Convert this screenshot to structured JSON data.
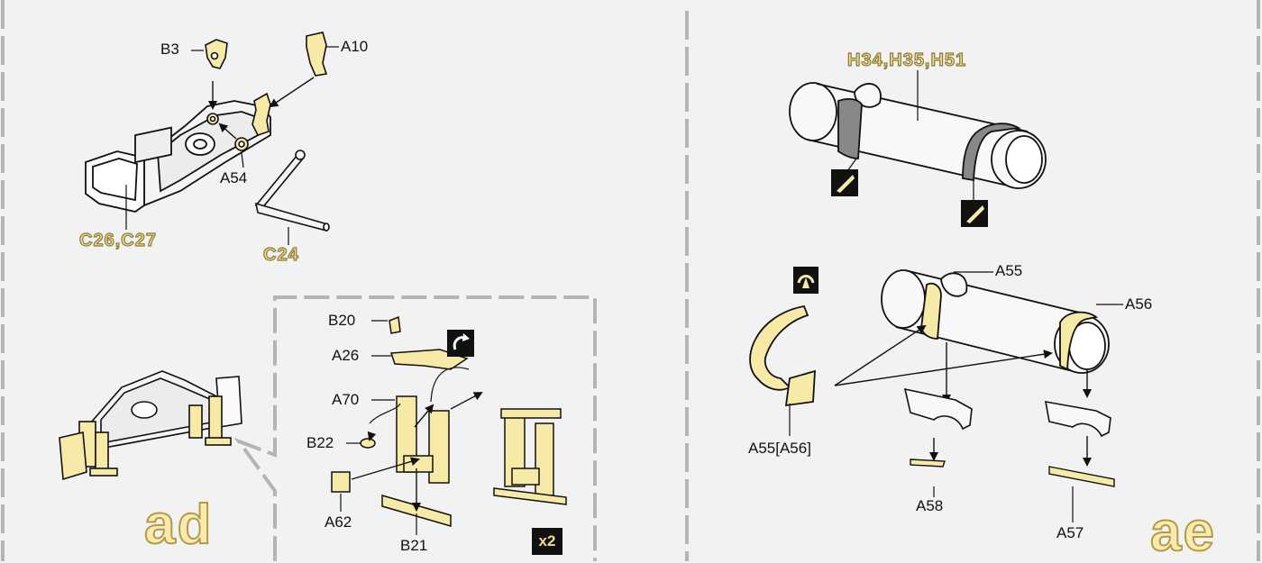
{
  "panel_ad": {
    "step_label": "ad",
    "parts": {
      "b3": "B3",
      "a10": "A10",
      "a54": "A54",
      "c26_c27": "C26,C27",
      "c24": "C24"
    },
    "inset": {
      "b20": "B20",
      "a26": "A26",
      "a70": "A70",
      "b22": "B22",
      "a62": "A62",
      "b21": "B21",
      "multiplier": "x2"
    }
  },
  "panel_ae": {
    "step_label": "ae",
    "parts": {
      "h34_h35_h51": "H34,H35,H51",
      "a55": "A55",
      "a56": "A56",
      "a55_a56": "A55[A56]",
      "a58": "A58",
      "a57": "A57"
    }
  },
  "colors": {
    "part_fill": "#f7e9a6",
    "background": "#f2f2f2",
    "outline": "#111111",
    "dash": "#b4b4b4"
  },
  "icons": [
    "cut-wedge-icon",
    "flip-over-icon",
    "rotate-icon"
  ]
}
